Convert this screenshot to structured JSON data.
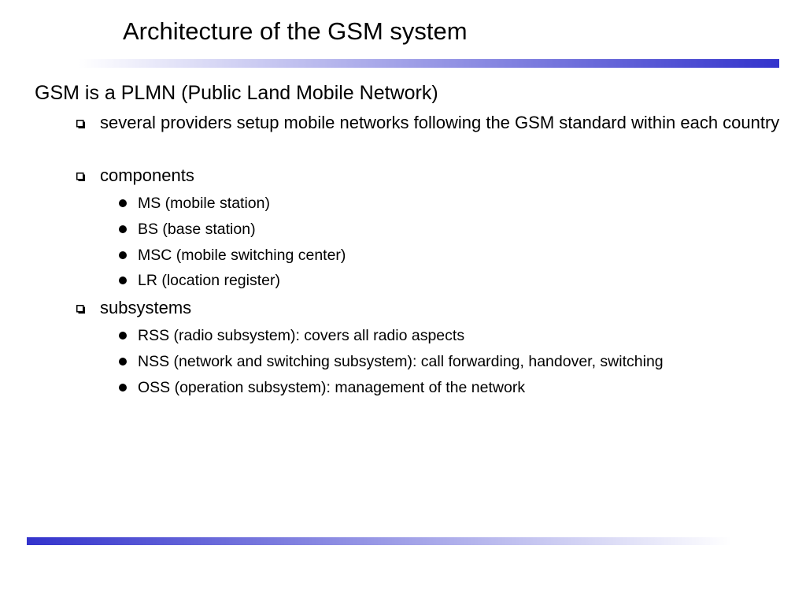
{
  "slide": {
    "title": "Architecture of the GSM system",
    "heading": "GSM is a PLMN (Public Land Mobile Network)",
    "providers": "several providers setup mobile networks following the GSM standard within each country",
    "components": {
      "label": "components",
      "items": [
        "MS (mobile station)",
        "BS (base station)",
        "MSC (mobile switching center)",
        "LR (location register)"
      ]
    },
    "subsystems": {
      "label": "subsystems",
      "items": [
        "RSS (radio subsystem): covers all radio aspects",
        "NSS (network and switching subsystem): call forwarding, handover, switching",
        "OSS (operation subsystem): management of the network"
      ]
    }
  },
  "colors": {
    "accent": "#3333cc",
    "fade": "#ffffff"
  }
}
